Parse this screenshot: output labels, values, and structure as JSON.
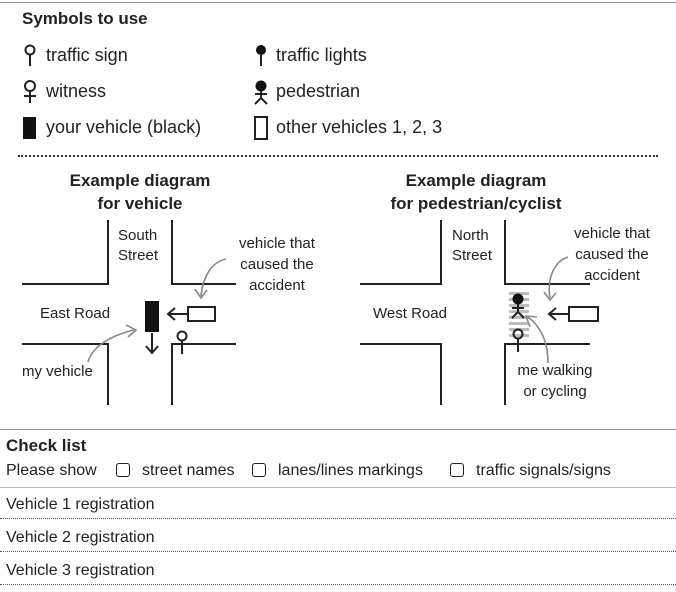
{
  "symbols": {
    "heading": "Symbols to use",
    "traffic_sign": "traffic sign",
    "traffic_lights": "traffic lights",
    "witness": "witness",
    "pedestrian": "pedestrian",
    "your_vehicle": "your vehicle (black)",
    "other_vehicles": "other vehicles 1, 2, 3"
  },
  "diagram_vehicle": {
    "title_line1": "Example diagram",
    "title_line2": "for vehicle",
    "street_line1": "South",
    "street_line2": "Street",
    "road": "East Road",
    "caused_line1": "vehicle that",
    "caused_line2": "caused the",
    "caused_line3": "accident",
    "my_vehicle": "my vehicle"
  },
  "diagram_pedestrian": {
    "title_line1": "Example diagram",
    "title_line2": "for pedestrian/cyclist",
    "street_line1": "North",
    "street_line2": "Street",
    "road": "West Road",
    "caused_line1": "vehicle that",
    "caused_line2": "caused the",
    "caused_line3": "accident",
    "me_line1": "me walking",
    "me_line2": "or cycling"
  },
  "checklist": {
    "heading": "Check list",
    "please_show": "Please show",
    "options": [
      "street names",
      "lanes/lines markings",
      "traffic signals/signs"
    ]
  },
  "registrations": [
    "Vehicle 1 registration",
    "Vehicle 2 registration",
    "Vehicle 3 registration"
  ]
}
